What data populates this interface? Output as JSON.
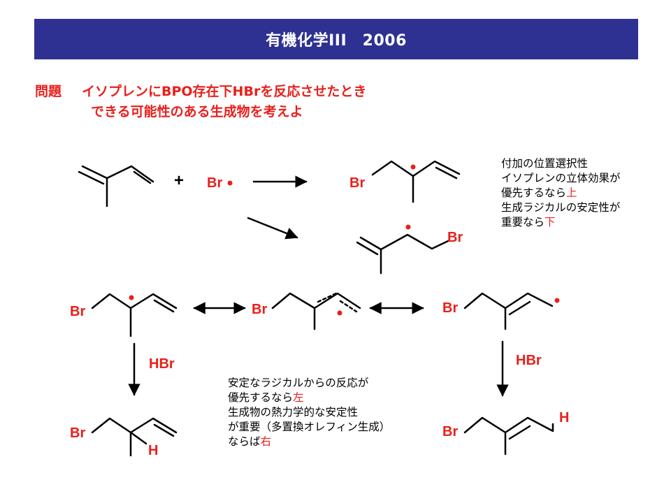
{
  "title": "有機化学III　2006",
  "question": {
    "label": "問題",
    "line1": "イソプレンにBPO存在下HBrを反応させたとき",
    "line2": "できる可能性のある生成物を考えよ"
  },
  "labels": {
    "plus": "+",
    "br": "Br",
    "hbr": "HBr",
    "h": "H"
  },
  "note_upper": {
    "line1": "付加の位置選択性",
    "line2": "イソプレンの立体効果が",
    "line3_text": "優先するなら",
    "line3_red": "上",
    "line4": "生成ラジカルの安定性が",
    "line5_text": "重要なら",
    "line5_red": "下"
  },
  "note_lower": {
    "line1": "安定なラジカルからの反応が",
    "line2_text": "優先するなら",
    "line2_red": "左",
    "line3": "生成物の熱力学的な安定性",
    "line4": "が重要（多置換オレフィン生成）",
    "line5_text": "ならば",
    "line5_red": "右"
  },
  "colors": {
    "title_bg": "#2e3192",
    "accent_red": "#e8201c",
    "bond": "#000000"
  }
}
